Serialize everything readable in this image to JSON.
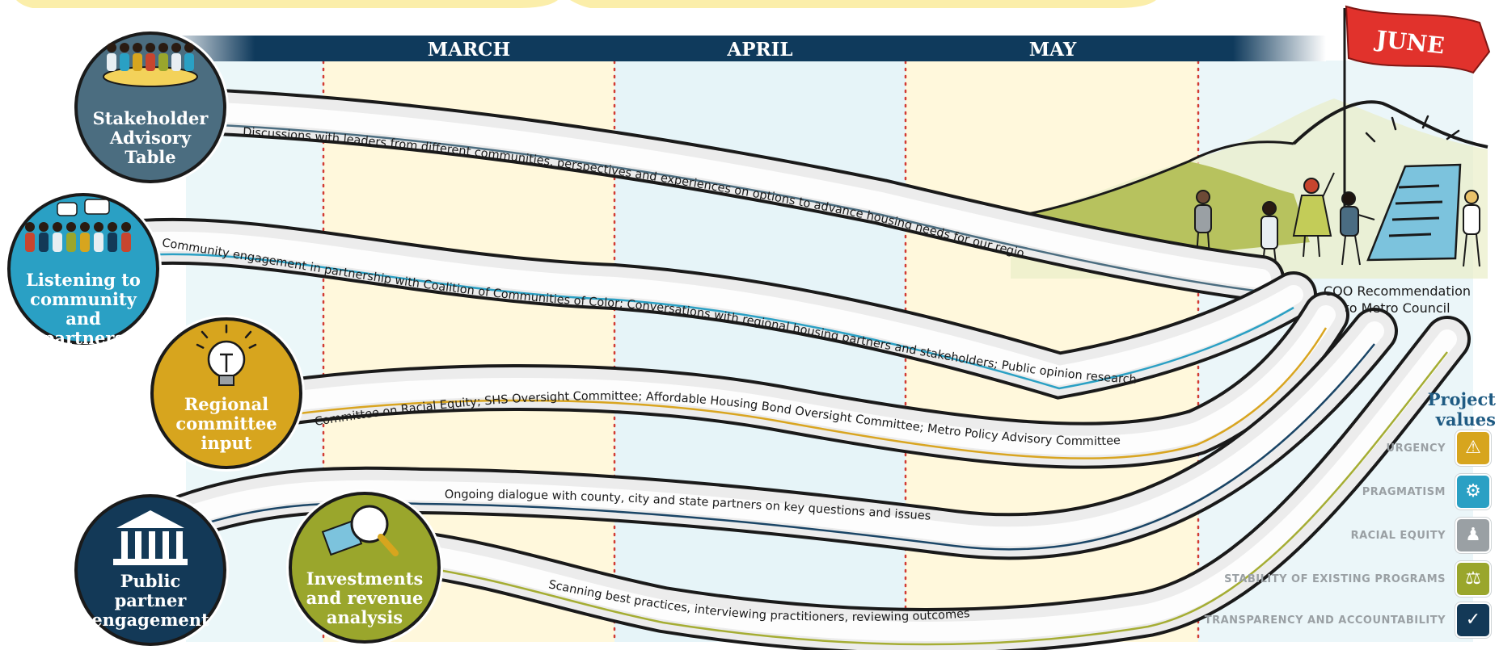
{
  "months": [
    "MARCH",
    "APRIL",
    "MAY"
  ],
  "goal": {
    "flag": "JUNE",
    "label": "COO Recommendation\nto Metro Council"
  },
  "tracks": [
    {
      "name": "Stakeholder\nAdvisory\nTable",
      "color": "#4b6d80",
      "stripe": "#4b6d80",
      "text": "Discussions with leaders from different communities, perspectives and experiences on options to advance housing needs for our region"
    },
    {
      "name": "Listening to\ncommunity and\npartners",
      "color": "#2aa0c4",
      "stripe": "#2aa0c4",
      "text": "Community engagement in partnership with Coalition of Communities of Color;  Conversations with regional housing partners and stakeholders; Public opinion research"
    },
    {
      "name": "Regional\ncommittee\ninput",
      "color": "#d7a51e",
      "stripe": "#d9a520",
      "text": "Committee on Racial Equity; SHS Oversight Committee; Affordable Housing Bond Oversight Committee; Metro Policy Advisory Committee"
    },
    {
      "name": "Public\npartner\nengagement",
      "color": "#133957",
      "stripe": "#1a4566",
      "text": "Ongoing dialogue with county, city and state partners on key questions and issues"
    },
    {
      "name": "Investments\nand revenue\nanalysis",
      "color": "#9aa62c",
      "stripe": "#a5ad33",
      "text": "Scanning best practices, interviewing practitioners, reviewing outcomes"
    }
  ],
  "project_values": {
    "title": "Project values",
    "items": [
      {
        "label": "URGENCY",
        "color": "#d7a51e",
        "icon": "warning-icon"
      },
      {
        "label": "PRAGMATISM",
        "color": "#2aa0c4",
        "icon": "gears-icon"
      },
      {
        "label": "RACIAL EQUITY",
        "color": "#9aa0a4",
        "icon": "people-icon"
      },
      {
        "label": "STABILITY OF EXISTING PROGRAMS",
        "color": "#9aa62c",
        "icon": "balance-icon"
      },
      {
        "label": "TRANSPARENCY AND ACCOUNTABILITY",
        "color": "#133957",
        "icon": "magnifier-check-icon"
      }
    ]
  }
}
